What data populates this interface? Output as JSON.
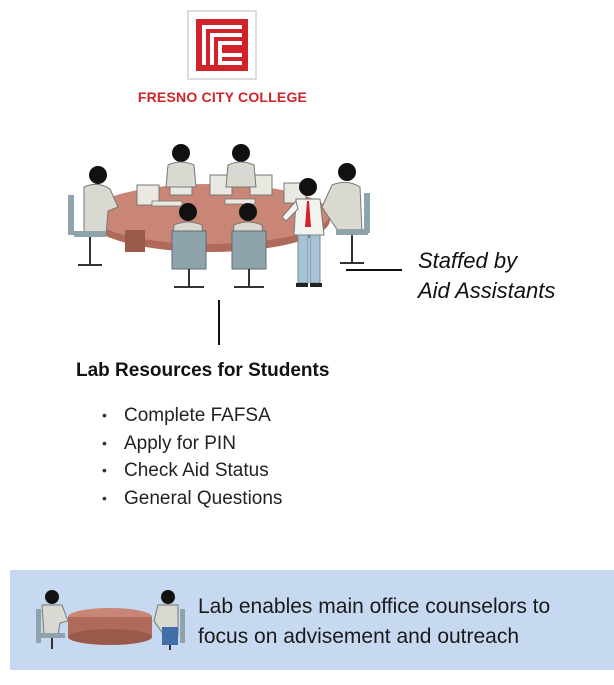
{
  "logo": {
    "text": "FRESNO CITY COLLEGE",
    "color": "#d2232a"
  },
  "callout": {
    "line1": "Staffed by",
    "line2": "Aid Assistants"
  },
  "lab": {
    "heading": "Lab Resources for Students",
    "items": [
      "Complete FAFSA",
      "Apply for PIN",
      "Check Aid Status",
      "General Questions"
    ]
  },
  "note": {
    "line1": "Lab enables main office counselors to",
    "line2": "focus on advisement and outreach",
    "background": "#c6d9f1"
  },
  "icons": {
    "logo": "fcc-logo-icon",
    "lab": "computer-lab-illustration",
    "meeting": "counselor-meeting-illustration"
  }
}
